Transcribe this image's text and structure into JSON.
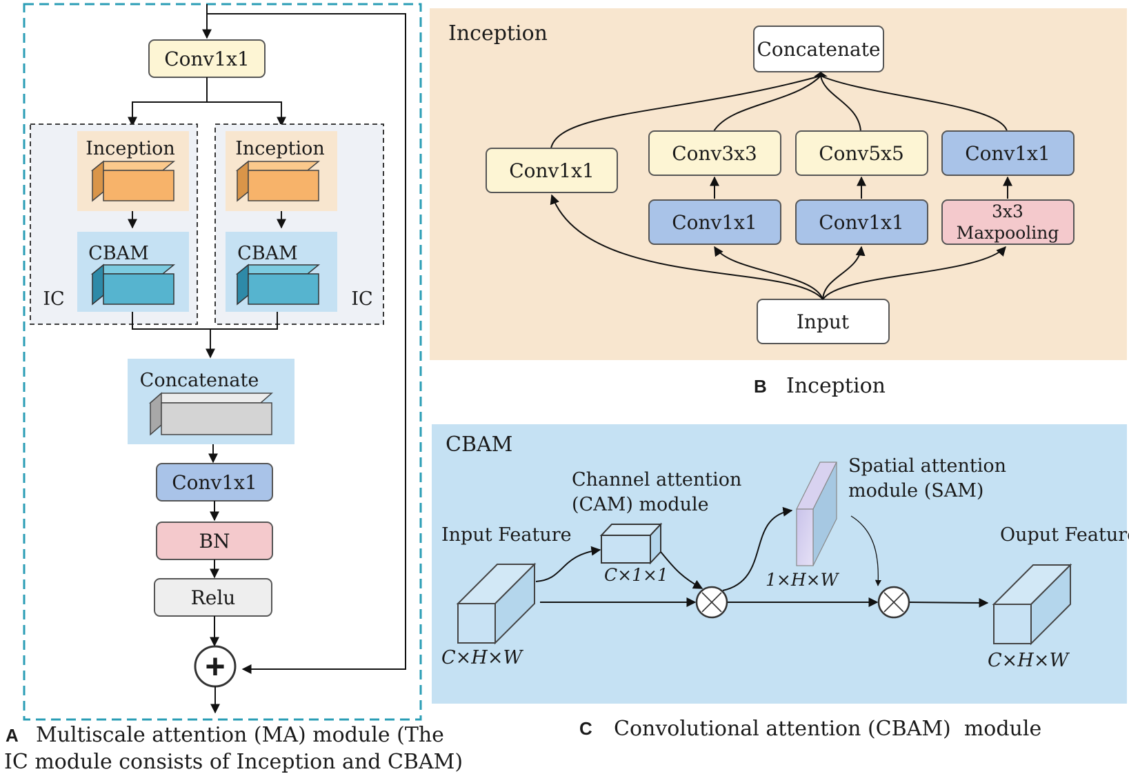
{
  "colors": {
    "teal_border": "#2a9db5",
    "inception_bg": "#f8e6cf",
    "cbam_bg": "#c5e1f3",
    "ic_bg": "#eef1f6",
    "yellow_box": "#fdf5d4",
    "blue_box": "#a9c3e8",
    "pink_box": "#f4c9cc",
    "grey_box": "#eeeeee",
    "orange_cube": "#f7b36a",
    "teal_cube": "#56b4cf",
    "grey_cube": "#d4d4d4"
  },
  "panel_a": {
    "top_conv": "Conv1x1",
    "ic_left": {
      "inception": "Inception",
      "cbam": "CBAM",
      "ic": "IC"
    },
    "ic_right": {
      "inception": "Inception",
      "cbam": "CBAM",
      "ic": "IC"
    },
    "concatenate": "Concatenate",
    "conv": "Conv1x1",
    "bn": "BN",
    "relu": "Relu",
    "add_symbol": "+",
    "caption_letter": "A",
    "caption_line1": "Multiscale attention (MA) module (The",
    "caption_line2": "IC module consists of Inception and CBAM)"
  },
  "panel_b": {
    "title": "Inception",
    "concatenate": "Concatenate",
    "conv1": "Conv1x1",
    "conv3": "Conv3x3",
    "conv5": "Conv5x5",
    "conv_right": "Conv1x1",
    "conv_mid1": "Conv1x1",
    "conv_mid2": "Conv1x1",
    "maxpool_l1": "3x3",
    "maxpool_l2": "Maxpooling",
    "input": "Input",
    "caption_letter": "B",
    "caption_text": "Inception"
  },
  "panel_c": {
    "title": "CBAM",
    "input_feature": "Input Feature",
    "input_dims": "C×H×W",
    "cam_l1": "Channel attention",
    "cam_l2": "(CAM) module",
    "cam_dims": "C×1×1",
    "sam_l1": "Spatial attention",
    "sam_l2": "module (SAM)",
    "sam_dims": "1×H×W",
    "output_feature": "Ouput Feature",
    "output_dims": "C×H×W",
    "caption_letter": "C",
    "caption_text": "Convolutional attention (CBAM)  module"
  }
}
